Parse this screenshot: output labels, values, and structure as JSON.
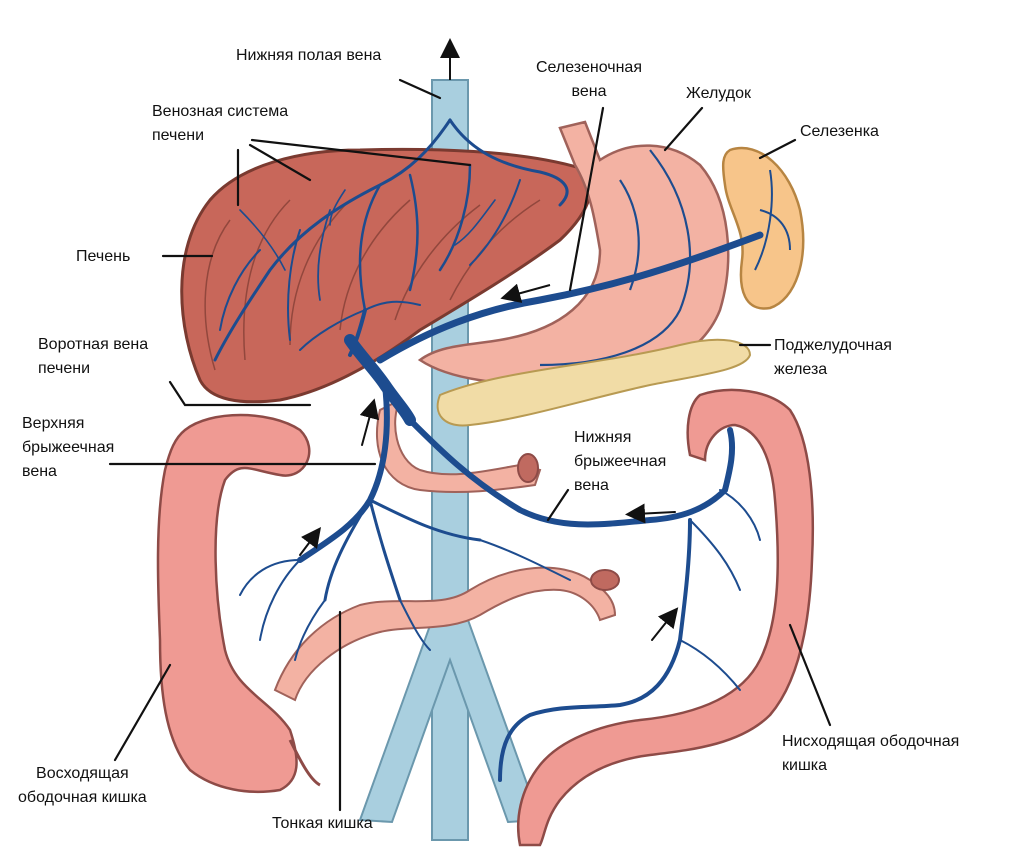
{
  "labels": {
    "ivc": "Нижняя полая вена",
    "hepatic_system": [
      "Венозная система",
      "печени"
    ],
    "liver": "Печень",
    "portal_vein": [
      "Воротная вена",
      "печени"
    ],
    "superior_mesenteric": [
      "Верхняя",
      "брыжеечная",
      "вена"
    ],
    "splenic_vein": [
      "Селезеночная",
      "вена"
    ],
    "stomach": "Желудок",
    "spleen": "Селезенка",
    "pancreas": [
      "Поджелудочная",
      "железа"
    ],
    "inferior_mesenteric": [
      "Нижняя",
      "брыжеечная",
      "вена"
    ],
    "descending_colon": [
      "Нисходящая ободочная",
      "кишка"
    ],
    "ascending_colon": [
      "Восходящая",
      "ободочная кишка"
    ],
    "small_intestine": "Тонкая кишка"
  },
  "colors": {
    "liver": "#c8675a",
    "liver_edge": "#7a3a30",
    "stomach": "#f3b2a3",
    "spleen": "#f7c58a",
    "pancreas": "#f1dca6",
    "colon": "#ef9a93",
    "colon_edge": "#8e4b47",
    "vein": "#1d4c8f",
    "vein_dark": "#0f2f63",
    "ivc": "#a9cfdf",
    "ivc_edge": "#6b98ad"
  }
}
